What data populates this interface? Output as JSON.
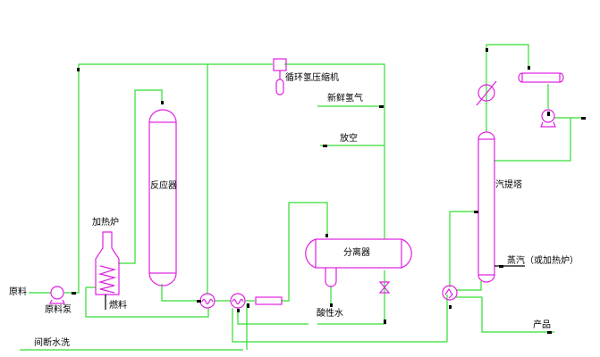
{
  "diagram": {
    "title": "Hydrotreating process flow",
    "colors": {
      "pipe": "#33dd33",
      "equipment": "#e020e0",
      "utility_line": "#000000"
    },
    "labels": {
      "feed": "原料",
      "feed_pump": "原料泵",
      "heater": "加热炉",
      "fuel": "燃料",
      "reactor": "反应器",
      "recycle_compressor": "循环氢压缩机",
      "fresh_hydrogen": "新鲜氢气",
      "vent": "放空",
      "separator": "分离器",
      "sour_water": "酸性水",
      "intermittent_wash": "间断水洗",
      "stripper": "汽提塔",
      "steam": "蒸汽（或加热炉）",
      "product": "产品"
    }
  }
}
